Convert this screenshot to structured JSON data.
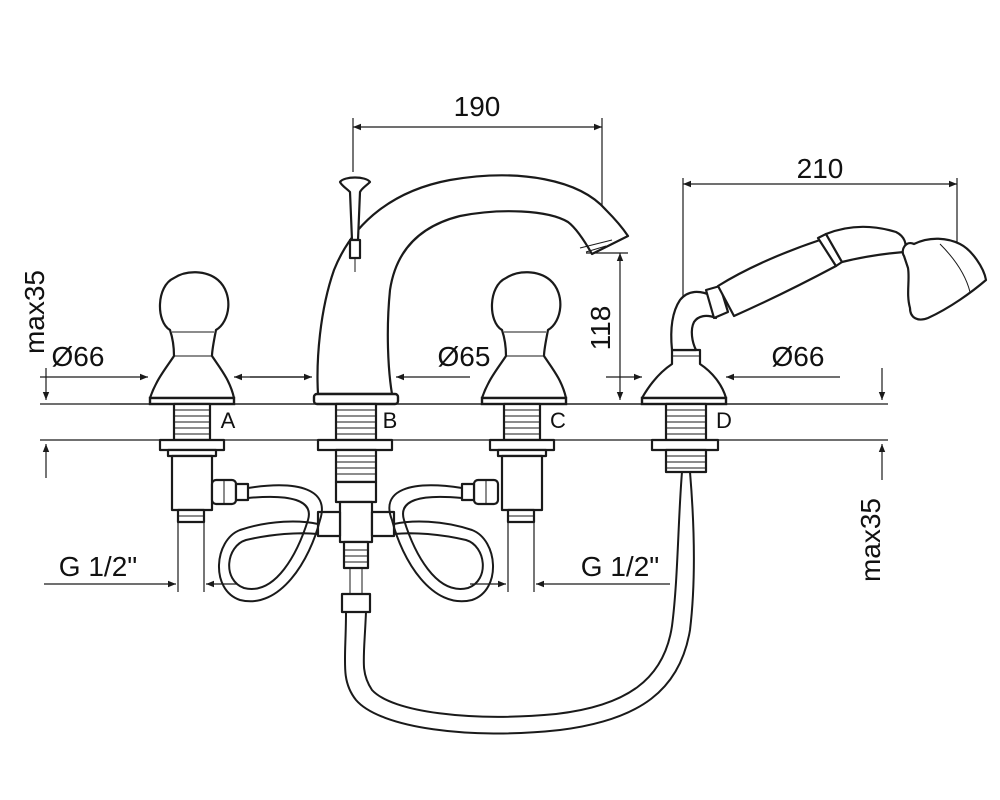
{
  "dimensions": {
    "spout_reach": "190",
    "handshower_length": "210",
    "spout_outlet_height": "118",
    "max_deck_above": "max35",
    "max_deck_below": "max35",
    "handle_a_diameter": "Ø66",
    "spout_base_diameter": "Ø65",
    "holder_d_diameter": "Ø66",
    "thread_left": "G 1/2\"",
    "thread_right": "G 1/2\""
  },
  "connections": {
    "a": "A",
    "b": "B",
    "c": "C",
    "d": "D"
  }
}
